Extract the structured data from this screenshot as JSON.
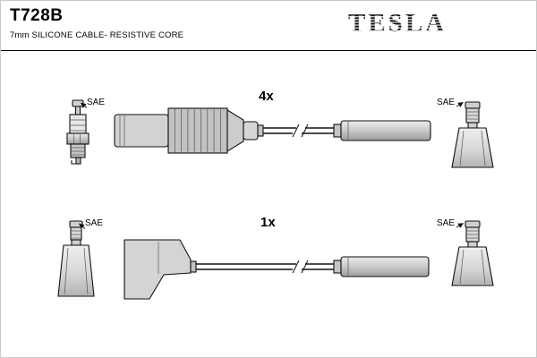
{
  "header": {
    "part_number": "T728B",
    "subtitle": "7mm SILICONE CABLE- RESISTIVE CORE",
    "brand": "TESLA"
  },
  "diagram": {
    "rows": [
      {
        "quantity": "4x",
        "left_standard": "SAE",
        "right_standard": "SAE"
      },
      {
        "quantity": "1x",
        "left_standard": "SAE",
        "right_standard": "SAE"
      }
    ]
  },
  "colors": {
    "ink": "#111111",
    "metal_light": "#e6e6e6",
    "metal_dark": "#a0a0a0"
  }
}
